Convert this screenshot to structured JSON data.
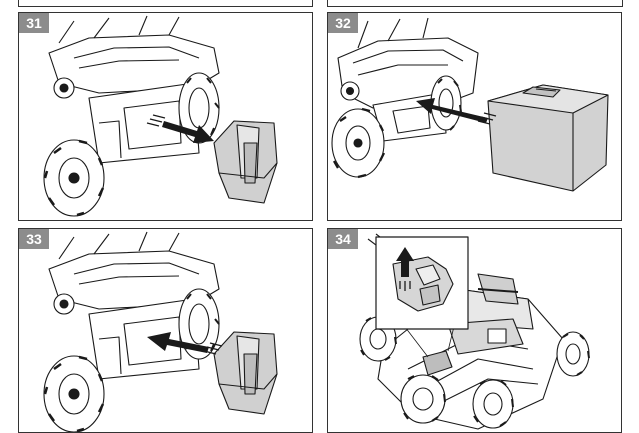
{
  "steps": [
    {
      "number": "31",
      "arrow_direction": "out",
      "part": "deflector-plug"
    },
    {
      "number": "32",
      "arrow_direction": "in",
      "part": "grass-bag"
    },
    {
      "number": "33",
      "arrow_direction": "in",
      "part": "deflector-plug"
    },
    {
      "number": "34",
      "arrow_direction": "up",
      "part": "mulch-lever"
    }
  ],
  "colors": {
    "badge": "#8c8c8c",
    "line": "#1a1a1a",
    "part_fill": "#c8c8c8",
    "arrow": "#1a1a1a"
  }
}
